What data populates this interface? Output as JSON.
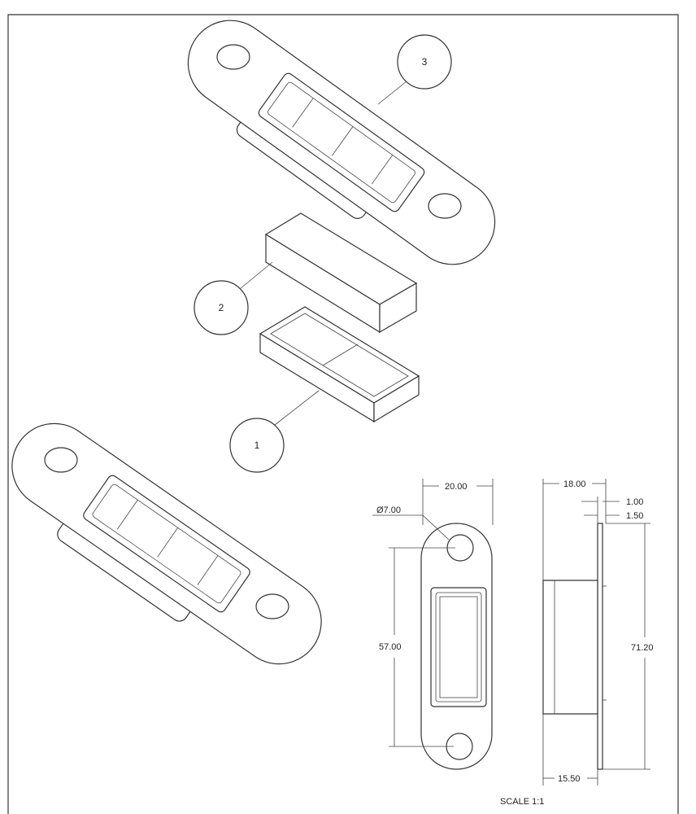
{
  "balloons": {
    "part1": "1",
    "part2": "2",
    "part3": "3"
  },
  "dimensions": {
    "width": "20.00",
    "hole_diameter": "Ø7.00",
    "hole_spacing": "57.00",
    "depth": "18.00",
    "thickness_a": "1.00",
    "thickness_b": "1.50",
    "length": "71.20",
    "body_depth": "15.50"
  },
  "scale_label": "SCALE 1:1"
}
